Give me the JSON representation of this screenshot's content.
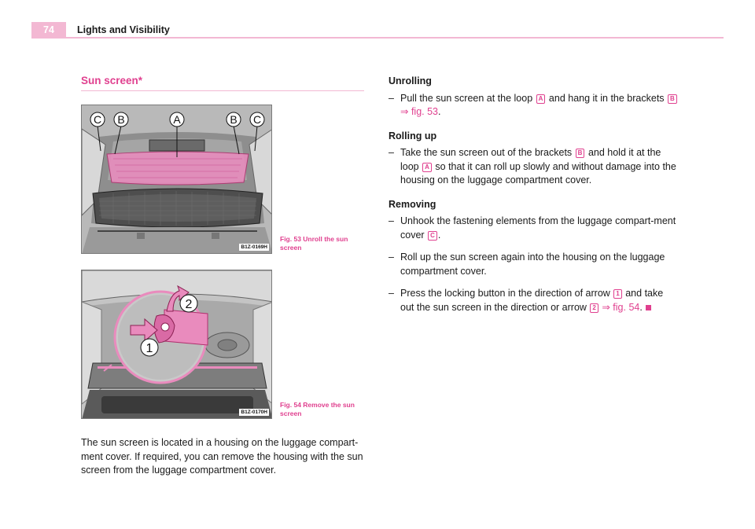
{
  "header": {
    "page_number": "74",
    "chapter_title": "Lights and Visibility"
  },
  "section": {
    "title": "Sun screen*"
  },
  "figures": [
    {
      "code": "B1Z-0169H",
      "caption": "Fig. 53   Unroll the sun screen",
      "callouts": [
        "C",
        "B",
        "A",
        "B",
        "C"
      ]
    },
    {
      "code": "B1Z-0170H",
      "caption": "Fig. 54   Remove the sun screen",
      "callouts": [
        "2",
        "1"
      ]
    }
  ],
  "intro": {
    "text": "The sun screen is located in a housing on the luggage compart-ment cover. If required, you can remove the housing with the sun screen from the luggage compartment cover."
  },
  "instructions": {
    "unrolling": {
      "heading": "Unrolling",
      "step1": {
        "dash": "–",
        "t1": "Pull the sun screen at the loop",
        "badge_a": "A",
        "t2": "and hang it in the brackets",
        "badge_b": "B",
        "xref": "⇒ fig. 53",
        "t3": "."
      }
    },
    "rolling_up": {
      "heading": "Rolling up",
      "step1": {
        "dash": "–",
        "t1": "Take the sun screen out of the brackets",
        "badge_b": "B",
        "t2": "and hold it at the loop",
        "badge_a": "A",
        "t3": "so that it can roll up slowly and without damage into the housing on the luggage compartment cover."
      }
    },
    "removing": {
      "heading": "Removing",
      "step1": {
        "dash": "–",
        "t1": "Unhook the fastening elements from the luggage compart-ment cover",
        "badge_c": "C",
        "t2": "."
      },
      "step2": {
        "dash": "–",
        "t1": "Roll up the sun screen again into the housing on the luggage compartment cover."
      },
      "step3": {
        "dash": "–",
        "t1": "Press the locking button in the direction of arrow",
        "badge_1": "1",
        "t2": "and take out the sun screen in the direction or arrow",
        "badge_2": "2",
        "xref": "⇒ fig. 54",
        "t3": "."
      }
    }
  },
  "colors": {
    "accent_pink": "#e0408f",
    "light_pink": "#f3b8d3"
  }
}
